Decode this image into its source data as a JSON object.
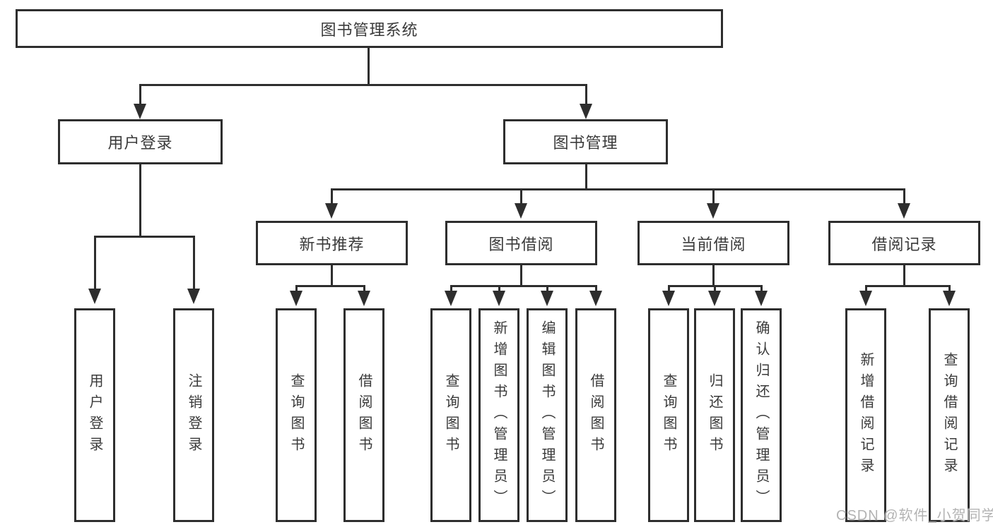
{
  "diagram": {
    "colors": {
      "line": "#2e2e2e",
      "text": "#3a3a3a",
      "background": "#ffffff",
      "watermark": "#b3b3b3"
    },
    "tree": {
      "root": {
        "label": "图书管理系统"
      },
      "level2": {
        "user_login": {
          "label": "用户登录",
          "children": [
            {
              "label": "用户登录"
            },
            {
              "label": "注销登录"
            }
          ]
        },
        "book_mgmt": {
          "label": "图书管理",
          "sections": {
            "new_book": {
              "label": "新书推荐",
              "children": [
                {
                  "label": "查询图书"
                },
                {
                  "label": "借阅图书"
                }
              ]
            },
            "book_borrow": {
              "label": "图书借阅",
              "children": [
                {
                  "label": "查询图书"
                },
                {
                  "label": "新增图书（管理员）"
                },
                {
                  "label": "编辑图书（管理员）"
                },
                {
                  "label": "借阅图书"
                }
              ]
            },
            "current_borrow": {
              "label": "当前借阅",
              "children": [
                {
                  "label": "查询图书"
                },
                {
                  "label": "归还图书"
                },
                {
                  "label": "确认归还（管理员）"
                }
              ]
            },
            "borrow_record": {
              "label": "借阅记录",
              "children": [
                {
                  "label": "新增借阅记录"
                },
                {
                  "label": "查询借阅记录"
                }
              ]
            }
          }
        }
      }
    },
    "watermark": "CSDN @软件_小贺同学"
  }
}
